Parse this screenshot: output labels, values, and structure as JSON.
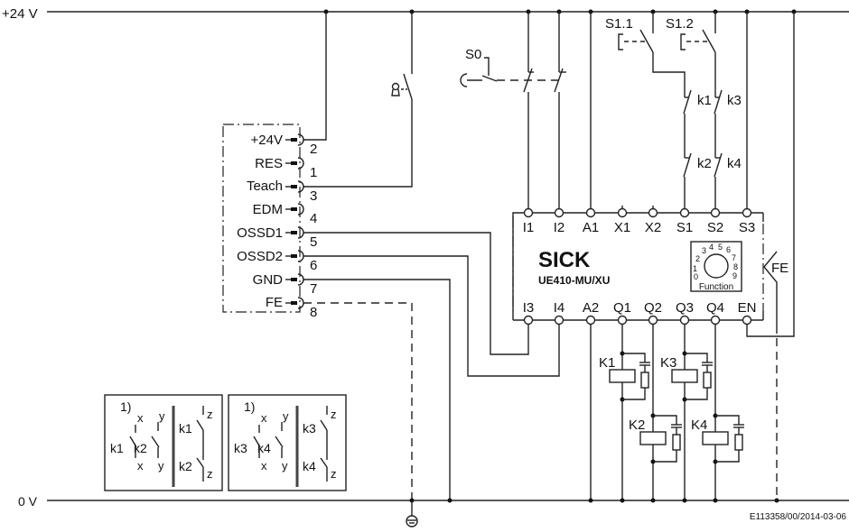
{
  "rails": {
    "top": "+24 V",
    "bottom": "0 V"
  },
  "sensor": {
    "pins": [
      {
        "label": "+24V",
        "number": "2"
      },
      {
        "label": "RES",
        "number": "1"
      },
      {
        "label": "Teach",
        "number": "3"
      },
      {
        "label": "EDM",
        "number": "4"
      },
      {
        "label": "OSSD1",
        "number": "5"
      },
      {
        "label": "OSSD2",
        "number": "6"
      },
      {
        "label": "GND",
        "number": "7"
      },
      {
        "label": "FE",
        "number": "8"
      }
    ]
  },
  "switches": {
    "estop": "S0",
    "s11": "S1.1",
    "s12": "S1.2"
  },
  "contacts": [
    "k1",
    "k3",
    "k2",
    "k4"
  ],
  "module": {
    "brand": "SICK",
    "model": "UE410-MU/XU",
    "top_terminals": [
      "I1",
      "I2",
      "A1",
      "X1",
      "X2",
      "S1",
      "S2",
      "S3"
    ],
    "bottom_terminals": [
      "I3",
      "I4",
      "A2",
      "Q1",
      "Q2",
      "Q3",
      "Q4",
      "EN"
    ],
    "dial": {
      "label": "Function",
      "positions": [
        "0",
        "1",
        "2",
        "3",
        "4",
        "5",
        "6",
        "7",
        "8",
        "9"
      ]
    },
    "fe_label": "FE"
  },
  "relays": [
    "K1",
    "K3",
    "K2",
    "K4"
  ],
  "legend_boxes": [
    {
      "note": "1)",
      "a": "k1",
      "b": "k2",
      "x": "x",
      "y": "y",
      "z": "z"
    },
    {
      "note": "1)",
      "a": "k3",
      "b": "k4",
      "x": "x",
      "y": "y",
      "z": "z"
    }
  ],
  "footer": "E113358/00/2014-03-06"
}
